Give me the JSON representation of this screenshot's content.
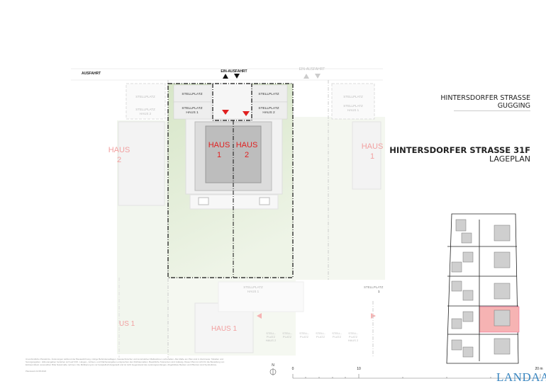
{
  "header": {
    "street": "HINTERSDORFER STRASSE",
    "town": "GUGGING",
    "title": "HINTERSDORFER STRASSE 31F",
    "subtitle": "LAGEPLAN"
  },
  "plan": {
    "ausfahrt": "AUSFAHRT",
    "ein_ausfahrt": "EIN-AUSFAHRT",
    "ein_ausfahrt_neighbour": "EIN-AUSFAHRT",
    "stellplatz": "STELLPLATZ",
    "stellplatz_haus1_a": "STELLPLATZ",
    "stellplatz_haus1_b": "HAUS 1",
    "stellplatz_haus2_a": "STELLPLATZ",
    "stellplatz_haus2_b": "HAUS 2",
    "haus_1_a": "HAUS",
    "haus_1_b": "1",
    "haus_2_a": "HAUS",
    "haus_2_b": "2",
    "left_haus_a": "HAUS",
    "left_haus_b": "2",
    "right_haus_a": "HAUS",
    "right_haus_b": "1",
    "bottom_haus": "HAUS 1",
    "bottom_left_haus": "US 1",
    "bottom_stellplatz_a": "STELLPLATZ",
    "bottom_stellplatz_b": "HAUS 1",
    "right_stellplatz_a": "STELLPLATZ",
    "right_stellplatz_b": "1",
    "stell_small": [
      "STELL-",
      "PLATZ",
      "HAUS 2"
    ],
    "stell_small2": [
      "STELL-",
      "PLATZ"
    ]
  },
  "scale": {
    "north": "N",
    "zero": "0",
    "ten": "10",
    "twenty": "20 m"
  },
  "footer": {
    "disclaimer": "Unverbindliche Planskizze. Änderungen während der Bauausführung, infolge Behördenauflagen, haustechnischer und konstruktiver Maßnahmen vorbehalten. Alle Maße am Plan sind in Zentimeter. Tabellen und Sonnigangaben. Höhenangaben beziehen sich auf FOK. Längen-, Achsen- und Flächenangaben entsprechen den Rohbaumaßen. Bauübliche Toleranzen sind zulässig. Dieser Plan ist nicht für die Bestellung von Einbaumöbeln verwendbar. Bitte Naturmaße nehmen. Die Möblierung ist nur beispielhaft dargestellt und ist nicht Gegenstand des Leistungsumfanges. Abgebildete Becken und Pflanzen sind Symbolfotos.",
    "date": "Planstand 22.08.2022"
  },
  "logo": "LANDAA",
  "colors": {
    "accent_red": "#e02020",
    "logo_blue": "#3a86c0",
    "lawn": "#dbe8cf",
    "highlight": "#f4a9a9"
  }
}
